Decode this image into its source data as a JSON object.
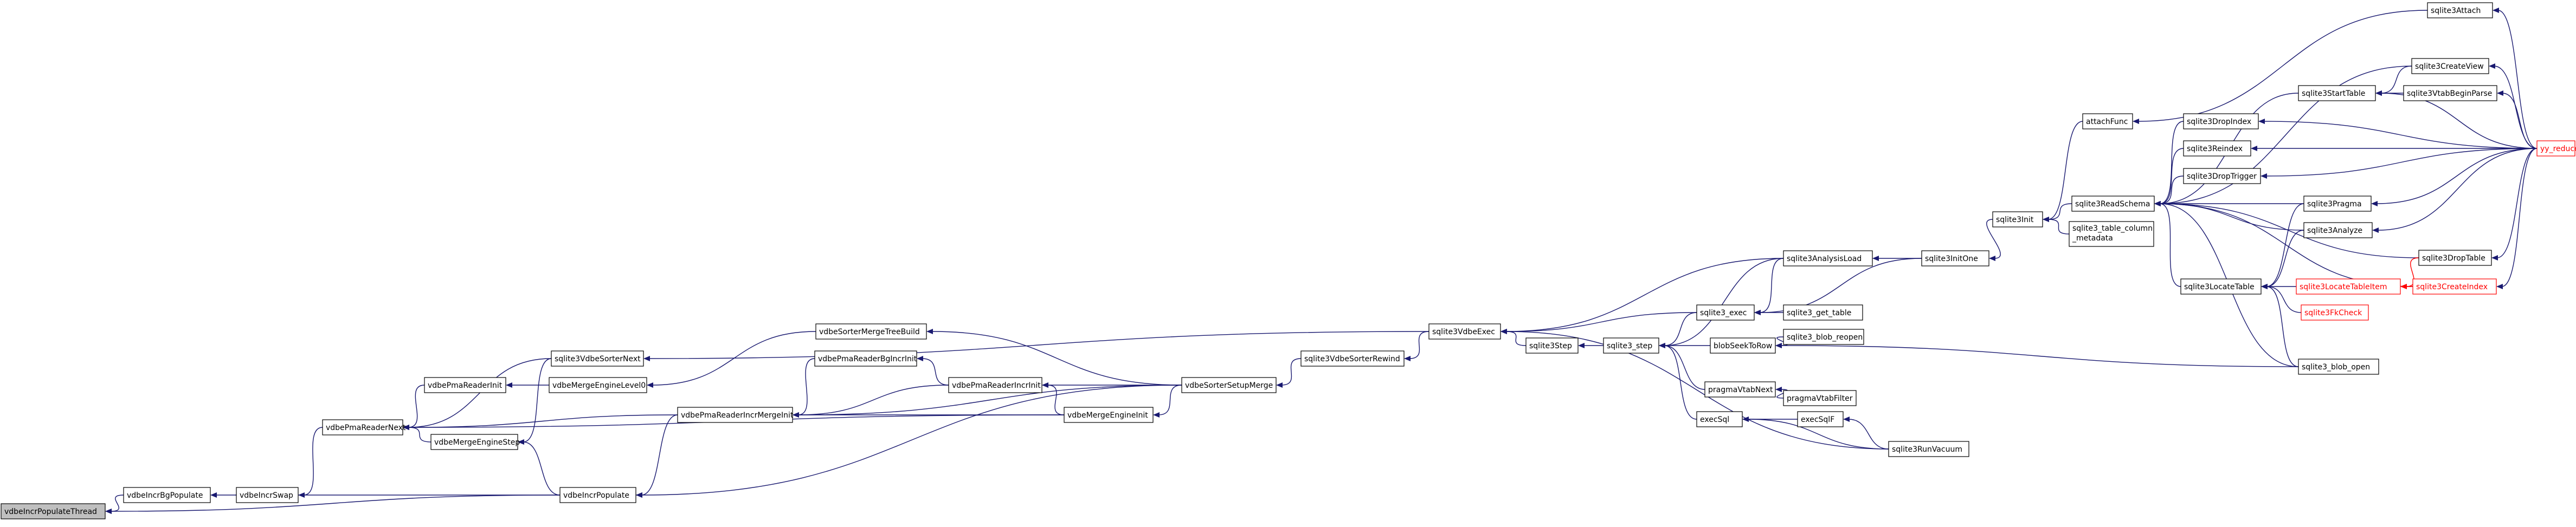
{
  "diagram": {
    "colors": {
      "edge": "#191970",
      "edge_warning": "#ff0000",
      "root_fill": "#bfbfbf",
      "node_border": "#000000"
    },
    "nodes": [
      {
        "id": "vdbeIncrPopulateThread",
        "label": "vdbeIncrPopulateThread",
        "style": "root"
      },
      {
        "id": "vdbeIncrBgPopulate",
        "label": "vdbeIncrBgPopulate"
      },
      {
        "id": "vdbeIncrSwap",
        "label": "vdbeIncrSwap"
      },
      {
        "id": "vdbePmaReaderNext",
        "label": "vdbePmaReaderNext"
      },
      {
        "id": "vdbeIncrPopulate",
        "label": "vdbeIncrPopulate"
      },
      {
        "id": "sqlite3VdbeSorterNext",
        "label": "sqlite3VdbeSorterNext"
      },
      {
        "id": "vdbePmaReaderInit",
        "label": "vdbePmaReaderInit"
      },
      {
        "id": "vdbeMergeEngineStep",
        "label": "vdbeMergeEngineStep"
      },
      {
        "id": "vdbeMergeEngineLevel0",
        "label": "vdbeMergeEngineLevel0"
      },
      {
        "id": "vdbeSorterMergeTreeBuild",
        "label": "vdbeSorterMergeTreeBuild"
      },
      {
        "id": "vdbePmaReaderBgIncrInit",
        "label": "vdbePmaReaderBgIncrInit"
      },
      {
        "id": "vdbePmaReaderIncrMergeInit",
        "label": "vdbePmaReaderIncrMergeInit"
      },
      {
        "id": "vdbePmaReaderIncrInit",
        "label": "vdbePmaReaderIncrInit"
      },
      {
        "id": "vdbeMergeEngineInit",
        "label": "vdbeMergeEngineInit"
      },
      {
        "id": "vdbeSorterSetupMerge",
        "label": "vdbeSorterSetupMerge"
      },
      {
        "id": "sqlite3VdbeSorterRewind",
        "label": "sqlite3VdbeSorterRewind"
      },
      {
        "id": "sqlite3VdbeExec",
        "label": "sqlite3VdbeExec"
      },
      {
        "id": "sqlite3Step",
        "label": "sqlite3Step"
      },
      {
        "id": "sqlite3_step",
        "label": "sqlite3_step"
      },
      {
        "id": "blobSeekToRow",
        "label": "blobSeekToRow"
      },
      {
        "id": "sqlite3_blob_reopen",
        "label": "sqlite3_blob_reopen"
      },
      {
        "id": "pragmaVtabNext",
        "label": "pragmaVtabNext"
      },
      {
        "id": "pragmaVtabFilter",
        "label": "pragmaVtabFilter"
      },
      {
        "id": "execSql",
        "label": "execSql"
      },
      {
        "id": "execSqlF",
        "label": "execSqlF"
      },
      {
        "id": "sqlite3RunVacuum",
        "label": "sqlite3RunVacuum"
      },
      {
        "id": "sqlite3_exec",
        "label": "sqlite3_exec"
      },
      {
        "id": "sqlite3_get_table",
        "label": "sqlite3_get_table"
      },
      {
        "id": "sqlite3AnalysisLoad",
        "label": "sqlite3AnalysisLoad"
      },
      {
        "id": "sqlite3InitOne",
        "label": "sqlite3InitOne"
      },
      {
        "id": "sqlite3Init",
        "label": "sqlite3Init"
      },
      {
        "id": "attachFunc",
        "label": "attachFunc"
      },
      {
        "id": "sqlite3ReadSchema",
        "label": "sqlite3ReadSchema"
      },
      {
        "id": "sqlite3_table_column_metadata",
        "label": "sqlite3_table_column_metadata",
        "lines": [
          "sqlite3_table_column",
          "_metadata"
        ]
      },
      {
        "id": "sqlite3LocateTable",
        "label": "sqlite3LocateTable"
      },
      {
        "id": "sqlite3FkCheck",
        "label": "sqlite3FkCheck",
        "style": "red"
      },
      {
        "id": "sqlite3LocateTableItem",
        "label": "sqlite3LocateTableItem",
        "style": "red"
      },
      {
        "id": "sqlite3_blob_open",
        "label": "sqlite3_blob_open"
      },
      {
        "id": "sqlite3Attach",
        "label": "sqlite3Attach"
      },
      {
        "id": "sqlite3StartTable",
        "label": "sqlite3StartTable"
      },
      {
        "id": "sqlite3CreateView",
        "label": "sqlite3CreateView"
      },
      {
        "id": "sqlite3VtabBeginParse",
        "label": "sqlite3VtabBeginParse"
      },
      {
        "id": "sqlite3DropIndex",
        "label": "sqlite3DropIndex"
      },
      {
        "id": "sqlite3Reindex",
        "label": "sqlite3Reindex"
      },
      {
        "id": "sqlite3DropTrigger",
        "label": "sqlite3DropTrigger"
      },
      {
        "id": "sqlite3Pragma",
        "label": "sqlite3Pragma"
      },
      {
        "id": "sqlite3Analyze",
        "label": "sqlite3Analyze"
      },
      {
        "id": "sqlite3DropTable",
        "label": "sqlite3DropTable"
      },
      {
        "id": "sqlite3CreateIndex",
        "label": "sqlite3CreateIndex",
        "style": "red"
      },
      {
        "id": "yy_reduce",
        "label": "yy_reduce",
        "style": "red"
      }
    ],
    "edges": [
      {
        "from": "vdbeIncrPopulateThread",
        "to": "vdbeIncrBgPopulate"
      },
      {
        "from": "vdbeIncrPopulateThread",
        "to": "vdbeIncrPopulate"
      },
      {
        "from": "vdbeIncrBgPopulate",
        "to": "vdbeIncrSwap"
      },
      {
        "from": "vdbeIncrSwap",
        "to": "vdbePmaReaderNext"
      },
      {
        "from": "vdbeIncrPopulate",
        "to": "vdbeIncrSwap"
      },
      {
        "from": "vdbeIncrPopulate",
        "to": "vdbePmaReaderIncrMergeInit"
      },
      {
        "from": "vdbeIncrPopulate",
        "to": "vdbeSorterSetupMerge"
      },
      {
        "from": "vdbePmaReaderNext",
        "to": "sqlite3VdbeSorterNext"
      },
      {
        "from": "vdbePmaReaderNext",
        "to": "vdbePmaReaderInit"
      },
      {
        "from": "vdbePmaReaderNext",
        "to": "vdbeMergeEngineStep"
      },
      {
        "from": "vdbePmaReaderNext",
        "to": "vdbePmaReaderIncrMergeInit"
      },
      {
        "from": "vdbePmaReaderNext",
        "to": "vdbeMergeEngineInit"
      },
      {
        "from": "vdbeMergeEngineStep",
        "to": "vdbeIncrPopulate"
      },
      {
        "from": "vdbeMergeEngineStep",
        "to": "sqlite3VdbeSorterNext"
      },
      {
        "from": "vdbePmaReaderInit",
        "to": "vdbeMergeEngineLevel0"
      },
      {
        "from": "vdbeMergeEngineLevel0",
        "to": "vdbeSorterMergeTreeBuild"
      },
      {
        "from": "sqlite3VdbeSorterNext",
        "to": "sqlite3VdbeExec"
      },
      {
        "from": "vdbeSorterMergeTreeBuild",
        "to": "vdbeSorterSetupMerge"
      },
      {
        "from": "vdbePmaReaderIncrMergeInit",
        "to": "vdbePmaReaderBgIncrInit"
      },
      {
        "from": "vdbePmaReaderIncrMergeInit",
        "to": "vdbePmaReaderIncrInit"
      },
      {
        "from": "vdbePmaReaderIncrMergeInit",
        "to": "vdbeMergeEngineInit"
      },
      {
        "from": "vdbePmaReaderIncrMergeInit",
        "to": "vdbeSorterSetupMerge"
      },
      {
        "from": "vdbePmaReaderBgIncrInit",
        "to": "vdbePmaReaderIncrInit"
      },
      {
        "from": "vdbePmaReaderIncrInit",
        "to": "vdbeMergeEngineInit"
      },
      {
        "from": "vdbePmaReaderIncrInit",
        "to": "vdbeSorterSetupMerge"
      },
      {
        "from": "vdbeMergeEngineInit",
        "to": "vdbeSorterSetupMerge"
      },
      {
        "from": "vdbeSorterSetupMerge",
        "to": "sqlite3VdbeSorterRewind"
      },
      {
        "from": "sqlite3VdbeSorterRewind",
        "to": "sqlite3VdbeExec"
      },
      {
        "from": "sqlite3VdbeExec",
        "to": "sqlite3Step"
      },
      {
        "from": "sqlite3VdbeExec",
        "to": "sqlite3_exec"
      },
      {
        "from": "sqlite3VdbeExec",
        "to": "sqlite3AnalysisLoad"
      },
      {
        "from": "sqlite3VdbeExec",
        "to": "sqlite3RunVacuum"
      },
      {
        "from": "sqlite3Step",
        "to": "sqlite3_step"
      },
      {
        "from": "sqlite3_step",
        "to": "sqlite3_exec"
      },
      {
        "from": "sqlite3_step",
        "to": "blobSeekToRow"
      },
      {
        "from": "sqlite3_step",
        "to": "pragmaVtabNext"
      },
      {
        "from": "sqlite3_step",
        "to": "execSql"
      },
      {
        "from": "sqlite3_step",
        "to": "sqlite3AnalysisLoad"
      },
      {
        "from": "blobSeekToRow",
        "to": "sqlite3_blob_reopen"
      },
      {
        "from": "blobSeekToRow",
        "to": "sqlite3_blob_open"
      },
      {
        "from": "pragmaVtabNext",
        "to": "pragmaVtabFilter"
      },
      {
        "from": "execSql",
        "to": "execSqlF"
      },
      {
        "from": "execSql",
        "to": "sqlite3RunVacuum"
      },
      {
        "from": "execSqlF",
        "to": "sqlite3RunVacuum"
      },
      {
        "from": "sqlite3_exec",
        "to": "sqlite3_get_table"
      },
      {
        "from": "sqlite3_exec",
        "to": "sqlite3AnalysisLoad"
      },
      {
        "from": "sqlite3_exec",
        "to": "sqlite3InitOne"
      },
      {
        "from": "sqlite3AnalysisLoad",
        "to": "sqlite3InitOne"
      },
      {
        "from": "sqlite3InitOne",
        "to": "sqlite3Init"
      },
      {
        "from": "sqlite3Init",
        "to": "attachFunc"
      },
      {
        "from": "sqlite3Init",
        "to": "sqlite3ReadSchema"
      },
      {
        "from": "sqlite3Init",
        "to": "sqlite3_table_column_metadata"
      },
      {
        "from": "attachFunc",
        "to": "sqlite3Attach"
      },
      {
        "from": "sqlite3ReadSchema",
        "to": "sqlite3StartTable"
      },
      {
        "from": "sqlite3ReadSchema",
        "to": "sqlite3DropIndex"
      },
      {
        "from": "sqlite3ReadSchema",
        "to": "sqlite3Reindex"
      },
      {
        "from": "sqlite3ReadSchema",
        "to": "sqlite3DropTrigger"
      },
      {
        "from": "sqlite3ReadSchema",
        "to": "sqlite3Pragma"
      },
      {
        "from": "sqlite3ReadSchema",
        "to": "sqlite3Analyze"
      },
      {
        "from": "sqlite3ReadSchema",
        "to": "sqlite3LocateTable"
      },
      {
        "from": "sqlite3ReadSchema",
        "to": "sqlite3DropTable"
      },
      {
        "from": "sqlite3ReadSchema",
        "to": "sqlite3CreateIndex"
      },
      {
        "from": "sqlite3ReadSchema",
        "to": "sqlite3CreateView"
      },
      {
        "from": "sqlite3ReadSchema",
        "to": "sqlite3_blob_open"
      },
      {
        "from": "sqlite3LocateTable",
        "to": "sqlite3LocateTableItem"
      },
      {
        "from": "sqlite3LocateTable",
        "to": "sqlite3FkCheck"
      },
      {
        "from": "sqlite3LocateTable",
        "to": "sqlite3Pragma"
      },
      {
        "from": "sqlite3LocateTable",
        "to": "sqlite3Analyze"
      },
      {
        "from": "sqlite3LocateTable",
        "to": "sqlite3_blob_open"
      },
      {
        "from": "sqlite3LocateTableItem",
        "to": "sqlite3DropTable",
        "style": "red"
      },
      {
        "from": "sqlite3LocateTableItem",
        "to": "sqlite3CreateIndex",
        "style": "red"
      },
      {
        "from": "sqlite3StartTable",
        "to": "sqlite3CreateView"
      },
      {
        "from": "sqlite3StartTable",
        "to": "sqlite3VtabBeginParse"
      },
      {
        "from": "sqlite3StartTable",
        "to": "yy_reduce"
      },
      {
        "from": "sqlite3Attach",
        "to": "yy_reduce"
      },
      {
        "from": "sqlite3CreateView",
        "to": "yy_reduce"
      },
      {
        "from": "sqlite3VtabBeginParse",
        "to": "yy_reduce"
      },
      {
        "from": "sqlite3DropIndex",
        "to": "yy_reduce"
      },
      {
        "from": "sqlite3Reindex",
        "to": "yy_reduce"
      },
      {
        "from": "sqlite3DropTrigger",
        "to": "yy_reduce"
      },
      {
        "from": "sqlite3Pragma",
        "to": "yy_reduce"
      },
      {
        "from": "sqlite3Analyze",
        "to": "yy_reduce"
      },
      {
        "from": "sqlite3DropTable",
        "to": "yy_reduce"
      },
      {
        "from": "sqlite3CreateIndex",
        "to": "yy_reduce"
      }
    ]
  }
}
